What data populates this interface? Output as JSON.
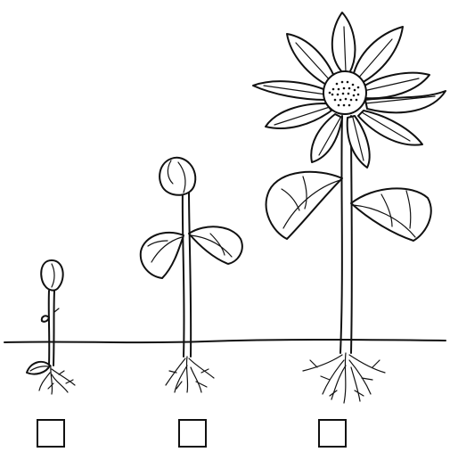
{
  "diagram": {
    "stages": [
      {
        "id": "seedling",
        "checkbox_checked": false
      },
      {
        "id": "young-plant",
        "checkbox_checked": false
      },
      {
        "id": "flowering-plant",
        "checkbox_checked": false
      }
    ],
    "colors": {
      "ink": "#111111",
      "background": "#ffffff"
    }
  }
}
